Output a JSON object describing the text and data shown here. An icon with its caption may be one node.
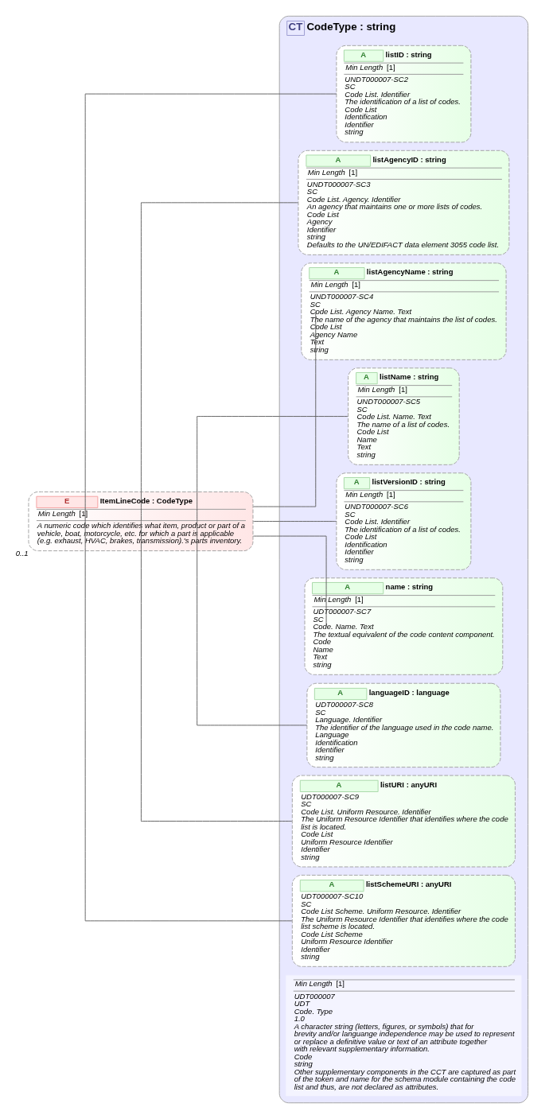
{
  "diagram": {
    "nodes": [
      {
        "text": [
          "E",
          "ItemLineCode : CodeType",
          "Min Length",
          "[1]",
          "A numeric code which identifies what item, product or part of a vehicle, boat, motorcycle, etc. for which a part is applicable (e.g. exhaust, HVAC, brakes, transmission).'s parts inventory."
        ],
        "beside": [
          "0..1"
        ]
      },
      {
        "text": [
          "CT",
          "CodeType : string",
          "Min Length",
          "[1]",
          "UDT000007",
          "UDT",
          "Code. Type",
          "1.0",
          "A character string (letters, figures, or symbols) that for brevity and/or languange independence may be used to represent or replace a definitive value or text of an attribute together with relevant supplementary information.",
          "Code",
          "string",
          "Other supplementary components in the CCT are captured as part of the token and name for the schema module containing the code list and thus, are not declared as attributes."
        ]
      },
      {
        "text": [
          "A",
          "listID : string",
          "Min Length",
          "[1]",
          "UNDT000007-SC2",
          "SC",
          "Code List. Identifier",
          "The identification of a list of codes.",
          "Code List",
          "Identification",
          "Identifier",
          "string"
        ],
        "in": 1
      },
      {
        "text": [
          "A",
          "listAgencyID : string",
          "Min Length",
          "[1]",
          "UNDT000007-SC3",
          "SC",
          "Code List. Agency. Identifier",
          "An agency that maintains one or more lists of codes.",
          "Code List",
          "Agency",
          "Identifier",
          "string",
          "Defaults to the UN/EDIFACT data element 3055 code list."
        ],
        "in": 1
      },
      {
        "text": [
          "A",
          "listAgencyName : string",
          "Min Length",
          "[1]",
          "UNDT000007-SC4",
          "SC",
          "Code List. Agency Name. Text",
          "The name of the agency that maintains the list of codes.",
          "Code List",
          "Agency Name",
          "Text",
          "string"
        ],
        "in": 1
      },
      {
        "text": [
          "A",
          "listName : string",
          "Min Length",
          "[1]",
          "UNDT000007-SC5",
          "SC",
          "Code List. Name. Text",
          "The name of a list of codes.",
          "Code List",
          "Name",
          "Text",
          "string"
        ],
        "in": 1
      },
      {
        "text": [
          "A",
          "listVersionID : string",
          "Min Length",
          "[1]",
          "UNDT000007-SC6",
          "SC",
          "Code List. Identifier",
          "The identification of a list of codes.",
          "Code List",
          "Identification",
          "Identifier",
          "string"
        ],
        "in": 1
      },
      {
        "text": [
          "A",
          "name : string",
          "Min Length",
          "[1]",
          "UDT000007-SC7",
          "SC",
          "Code. Name. Text",
          "The textual equivalent of the code content component.",
          "Code",
          "Name",
          "Text",
          "string"
        ],
        "in": 1
      },
      {
        "text": [
          "A",
          "languageID : language",
          "UDT000007-SC8",
          "SC",
          "Language. Identifier",
          "The identifier of the language used in the code name.",
          "Language",
          "Identification",
          "Identifier",
          "string"
        ],
        "in": 1
      },
      {
        "text": [
          "A",
          "listURI : anyURI",
          "UDT000007-SC9",
          "SC",
          "Code List. Uniform Resource. Identifier",
          "The Uniform Resource Identifier that identifies where the code list is located.",
          "Code List",
          "Uniform Resource Identifier",
          "Identifier",
          "string"
        ],
        "in": 1
      },
      {
        "text": [
          "A",
          "listSchemeURI : anyURI",
          "UDT000007-SC10",
          "SC",
          "Code List Scheme. Uniform Resource. Identifier",
          "The Uniform Resource Identifier that identifies where the code list scheme is located.",
          "Code List Scheme",
          "Uniform Resource Identifier",
          "Identifier",
          "string"
        ],
        "in": 1
      }
    ],
    "edges": [
      {
        "from": 0,
        "to": 2,
        "arrow": "none"
      },
      {
        "from": 0,
        "to": 3,
        "arrow": "none"
      },
      {
        "from": 0,
        "to": 4,
        "arrow": "none"
      },
      {
        "from": 0,
        "to": 5,
        "arrow": "none"
      },
      {
        "from": 0,
        "to": 6,
        "arrow": "none"
      },
      {
        "from": 0,
        "to": 7,
        "arrow": "none"
      },
      {
        "from": 0,
        "to": 8,
        "arrow": "none"
      },
      {
        "from": 0,
        "to": 9,
        "arrow": "none"
      },
      {
        "from": 0,
        "to": 10,
        "arrow": "none"
      }
    ]
  }
}
